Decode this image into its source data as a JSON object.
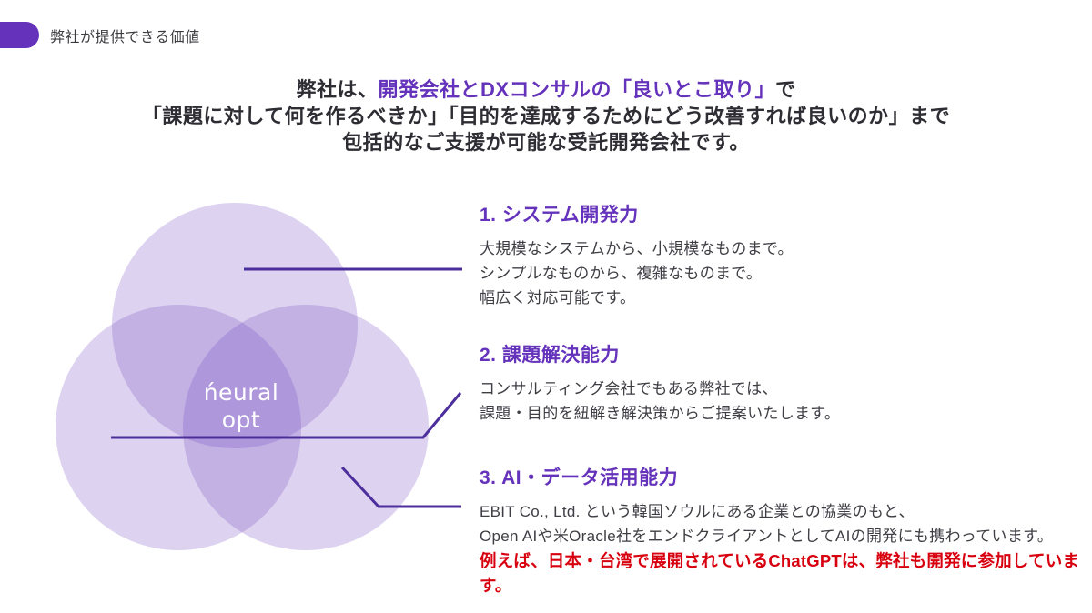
{
  "header": {
    "label": "弊社が提供できる価値"
  },
  "headline": {
    "line1_pre": "弊社は、",
    "line1_accent": "開発会社とDXコンサルの「良いとこ取り」",
    "line1_post": "で",
    "line2": "「課題に対して何を作るべきか」「目的を達成するためにどう改善すれば良いのか」まで",
    "line3": "包括的なご支援が可能な受託開発会社です。"
  },
  "venn": {
    "logo": "ńeural opt",
    "circle_fill": "rgba(106,63,190,0.23)"
  },
  "sections": [
    {
      "title": "1. システム開発力",
      "lines": [
        "大規模なシステムから、小規模なものまで。",
        "シンプルなものから、複雑なものまで。",
        "幅広く対応可能です。"
      ]
    },
    {
      "title": "2. 課題解決能力",
      "lines": [
        "コンサルティング会社でもある弊社では、",
        "課題・目的を紐解き解決策からご提案いたします。"
      ]
    },
    {
      "title": "3. AI・データ活用能力",
      "lines": [
        "EBIT Co., Ltd. という韓国ソウルにある企業との協業のもと、",
        "Open AIや米Oracle社をエンドクライアントとしてAIの開発にも携わっています。"
      ],
      "highlight": "例えば、日本・台湾で展開されているChatGPTは、弊社も開発に参加しています。"
    }
  ],
  "colors": {
    "accent_purple": "#6432bb",
    "connector_purple": "#4c2e9c",
    "highlight_red": "#d8000f",
    "headline_dark": "#2d2d33",
    "body_dark": "#3e3e44"
  }
}
